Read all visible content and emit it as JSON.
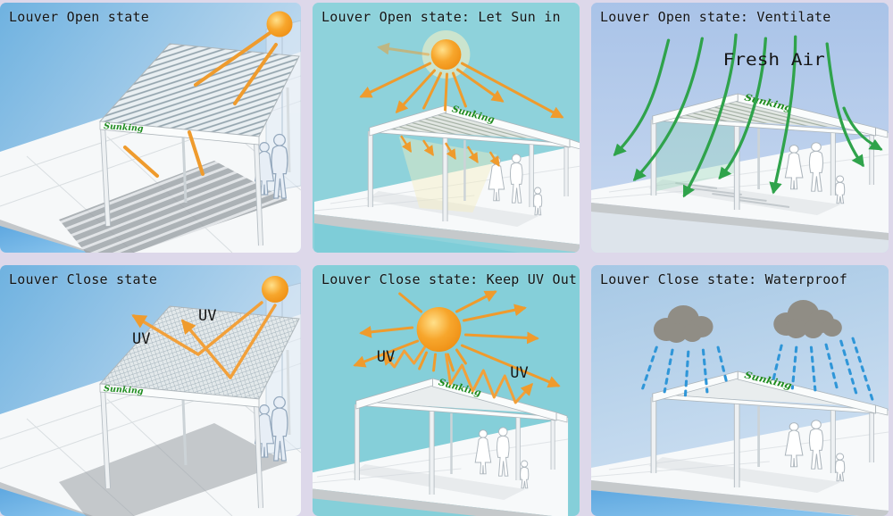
{
  "brand": {
    "name": "Sunking",
    "color": "#1f8c1f"
  },
  "panels": [
    {
      "id": "louver-open-state",
      "title": "Louver Open state"
    },
    {
      "id": "louver-open-let-sun-in",
      "title": "Louver Open state: Let Sun in"
    },
    {
      "id": "louver-open-ventilate",
      "title": "Louver Open state: Ventilate",
      "annotation": "Fresh Air"
    },
    {
      "id": "louver-close-state",
      "title": "Louver Close state",
      "uv_label_1": "UV",
      "uv_label_2": "UV"
    },
    {
      "id": "louver-close-keep-uv-out",
      "title": "Louver Close state: Keep UV Out",
      "uv_label_1": "UV",
      "uv_label_2": "UV"
    },
    {
      "id": "louver-close-waterproof",
      "title": "Louver Close state: Waterproof"
    }
  ],
  "colors": {
    "frame_gap": "#ddd8ea",
    "sun_orange": "#f59b1e",
    "ray_orange": "#ef9b2d",
    "fresh_air_green": "#2fa34b",
    "rain_blue": "#2f96d8",
    "cloud_gray": "#908d85",
    "sky_side_blue": "#79b7e3",
    "sky_cyan": "#8ed2db",
    "sky_periwinkle": "#abc5e9",
    "water_blue": "#5fa8e0",
    "brand_green": "#1f8c1f"
  }
}
